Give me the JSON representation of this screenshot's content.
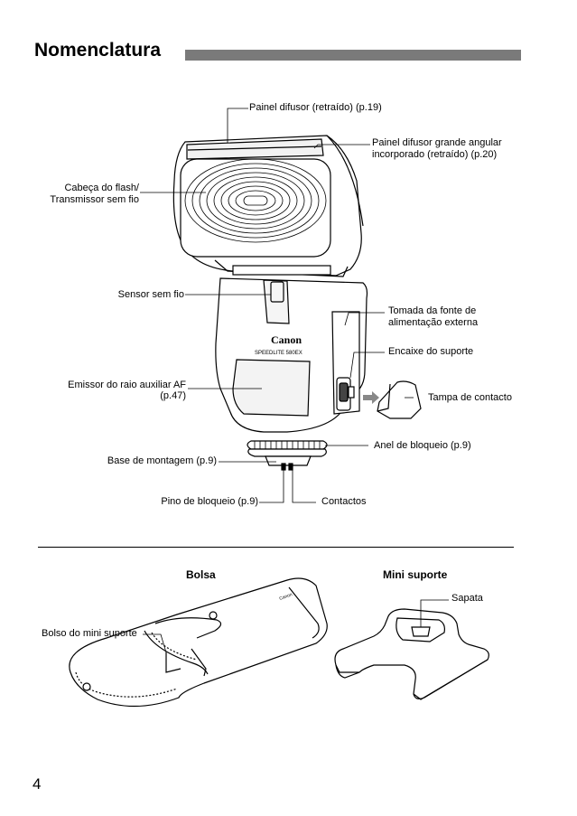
{
  "header": {
    "title": "Nomenclatura"
  },
  "flash": {
    "brand_text": "Canon",
    "model_text": "SPEEDLITE 580EX",
    "labels": {
      "diffuser": "Painel difusor (retraído) (p.19)",
      "wide_panel_1": "Painel difusor grande angular",
      "wide_panel_2": "incorporado (retraído) (p.20)",
      "head_1": "Cabeça do flash/",
      "head_2": "Transmissor sem fio",
      "sensor": "Sensor sem fio",
      "power_1": "Tomada da fonte de",
      "power_2": "alimentação externa",
      "stand_socket": "Encaixe do suporte",
      "af_1": "Emissor do raio auxiliar AF",
      "af_2": "(p.47)",
      "contact_cover": "Tampa de contacto",
      "lock_ring": "Anel de bloqueio (p.9)",
      "mount_base": "Base de montagem (p.9)",
      "lock_pin": "Pino de bloqueio (p.9)",
      "contacts": "Contactos"
    }
  },
  "accessories": {
    "case_title": "Bolsa",
    "stand_title": "Mini suporte",
    "case_pocket": "Bolso do mini suporte",
    "shoe": "Sapata"
  },
  "page": {
    "number": "4"
  }
}
